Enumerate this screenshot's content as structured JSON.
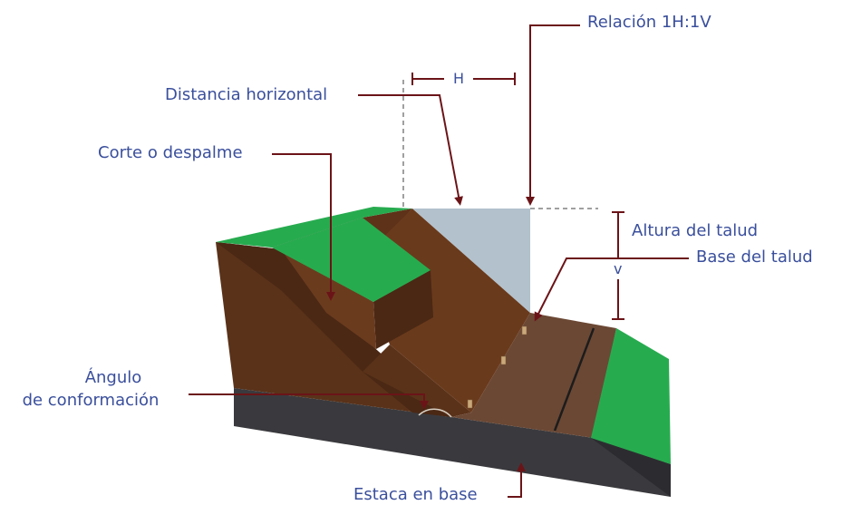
{
  "labels": {
    "ratio": "Relación 1H:1V",
    "horizontal_distance": "Distancia horizontal",
    "cut": "Corte o despalme",
    "slope_height": "Altura del talud",
    "slope_base": "Base del talud",
    "angle_line1": "Ángulo",
    "angle_line2": "de conformación",
    "stake": "Estaca en base",
    "h_symbol": "H",
    "v_symbol": "v"
  },
  "colors": {
    "label_text": "#3a4f9c",
    "leader": "#6b1418",
    "grass_top": "#27ab4f",
    "grass_dark": "#1a8a3c",
    "soil_dark": "#5a3219",
    "soil_front": "#4a2814",
    "slope_face": "#6a3a1c",
    "base_road": "#6b4834",
    "bedrock": "#3a3a3e",
    "triangle_fill": "#b2c1cc",
    "dashed_guide": "#a0a0a0",
    "stake": "#c9a87a"
  }
}
